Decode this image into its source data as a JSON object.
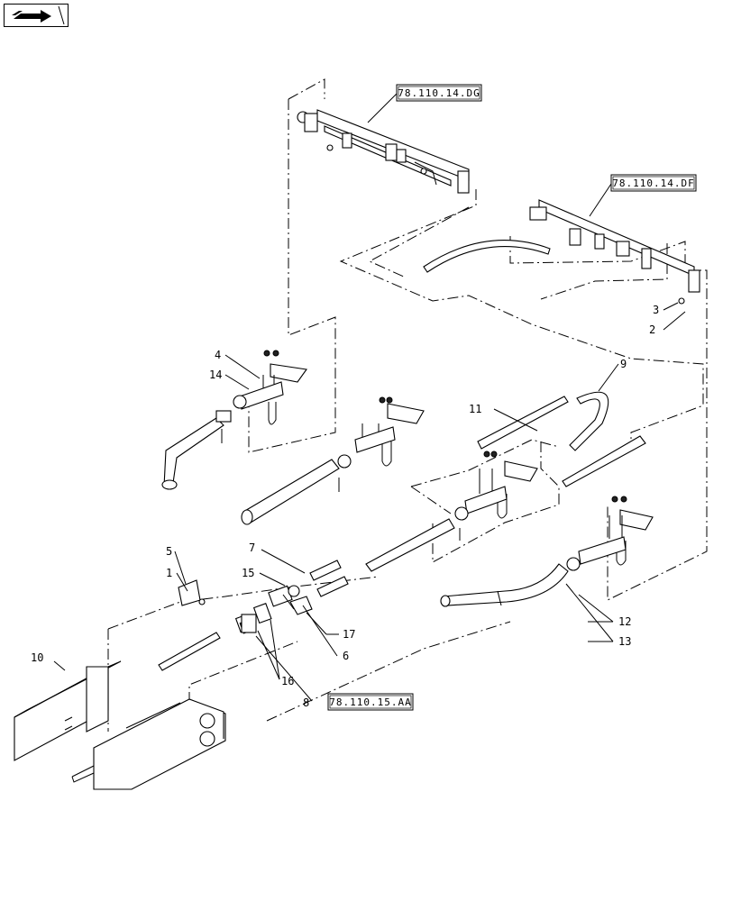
{
  "nav": {
    "icon": "next-page-arrow-icon"
  },
  "references": {
    "ref_dg": "78.110.14.DG",
    "ref_df": "78.110.14.DF",
    "ref_aa": "78.110.15.AA"
  },
  "callouts": {
    "c1": "1",
    "c2": "2",
    "c3": "3",
    "c4": "4",
    "c5": "5",
    "c6": "6",
    "c7": "7",
    "c8": "8",
    "c9": "9",
    "c10": "10",
    "c11": "11",
    "c12": "12",
    "c13": "13",
    "c14": "14",
    "c15": "15",
    "c16": "16",
    "c17": "17"
  }
}
